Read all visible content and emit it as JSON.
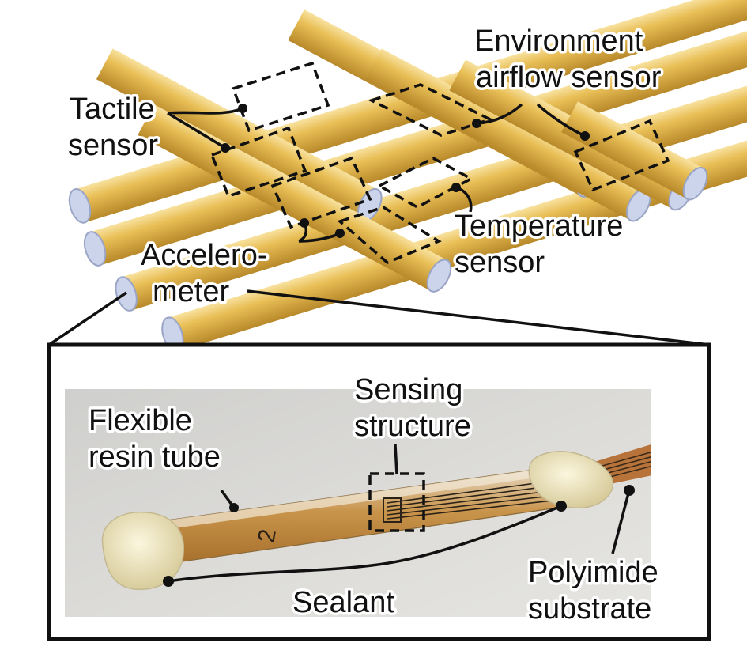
{
  "labels": {
    "tactile_line1": "Tactile",
    "tactile_line2": "sensor",
    "env_line1": "Environment",
    "env_line2": "airflow sensor",
    "temp_line1": "Temperature",
    "temp_line2": "sensor",
    "accel_line1": "Accelero-",
    "accel_line2": "meter",
    "sensing_line1": "Sensing",
    "sensing_line2": "structure",
    "flex_line1": "Flexible",
    "flex_line2": "resin tube",
    "sealant": "Sealant",
    "poly_line1": "Polyimide",
    "poly_line2": "substrate",
    "tube_marking": "2"
  },
  "colors": {
    "fiber_gold": "#e2b54a",
    "fiber_highlight": "#f6dc8a",
    "fiber_shadow": "#b88a26",
    "tube_core": "#c9d2ea",
    "photo_background": "#d9d8d4",
    "sealant": "#ece4c0"
  }
}
